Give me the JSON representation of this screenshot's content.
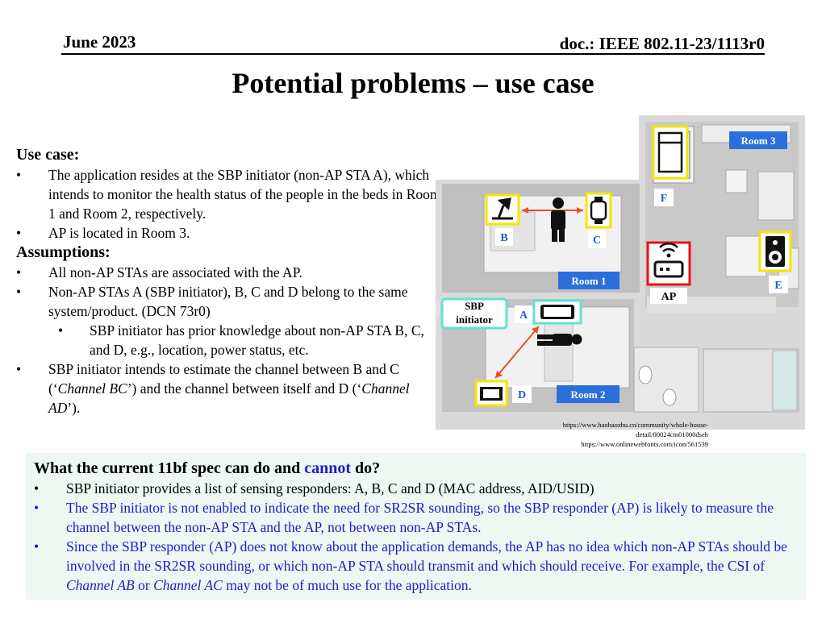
{
  "header": {
    "date": "June 2023",
    "doc": "doc.: IEEE 802.11-23/1113r0"
  },
  "title": "Potential problems – use case",
  "use_case": {
    "heading": "Use case:",
    "bullets": [
      "The application resides at the SBP initiator (non-AP STA A), which intends to monitor the health status of the people in the beds in Room 1 and Room 2, respectively.",
      "AP is located in Room 3."
    ]
  },
  "assumptions": {
    "heading": "Assumptions:",
    "b1": "All non-AP STAs are associated with the AP.",
    "b2": "Non-AP STAs A (SBP initiator), B, C and D belong to the same system/product. (DCN 73r0)",
    "b2_sub": "SBP initiator has prior knowledge about non-AP STA B, C, and D, e.g., location, power status, etc.",
    "b3_pre": "SBP initiator intends to estimate the channel between B and C (‘",
    "b3_it1": "Channel BC",
    "b3_mid": "’) and the channel between itself and D (‘",
    "b3_it2": "Channel AD",
    "b3_post": "’)."
  },
  "diagram": {
    "room1": "Room 1",
    "room2": "Room 2",
    "room3": "Room 3",
    "sbp_line1": "SBP",
    "sbp_line2": "initiator",
    "ap": "AP",
    "a": "A",
    "b": "B",
    "c": "C",
    "d": "D",
    "e": "E",
    "f": "F",
    "credit1": "https://www.haohaozhu.cn/community/whole-house-",
    "credit2": "detail/00024cm01000dseh",
    "credit3": "https://www.onlinewebfonts.com/icon/561539",
    "colors": {
      "label_blue": "#1a5fd6",
      "room_label_bg": "#2a6fdb",
      "yellow_frame": "#f2e600",
      "cyan_frame": "#5fe3d0",
      "arrow": "#e8502a"
    }
  },
  "box": {
    "title_pre": "What the current 11bf spec can do and ",
    "title_cannot": "cannot",
    "title_post": " do?",
    "b1": "SBP initiator provides a list of sensing responders: A, B, C and D (MAC address, AID/USID)",
    "b2": "The SBP initiator is not enabled to indicate the need for SR2SR sounding, so the SBP responder (AP) is likely to measure the channel between the non-AP STA and the AP, not between non-AP STAs.",
    "b3_pre": "Since the SBP responder (AP) does not know about the application demands, the AP has no idea which non-AP STAs should be involved in the SR2SR sounding, or which non-AP STA should transmit and which should receive. For example, the CSI of ",
    "b3_it1": "Channel AB",
    "b3_mid": " or ",
    "b3_it2": "Channel AC",
    "b3_post": " may not be of much use for the application."
  }
}
